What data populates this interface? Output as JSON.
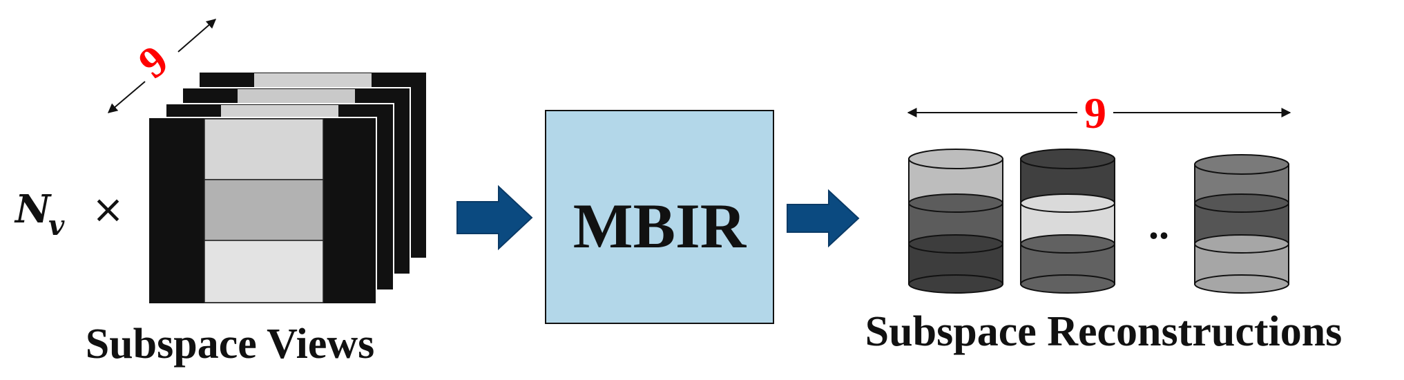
{
  "views": {
    "count_label": "9",
    "multiplier": {
      "symbol": "N",
      "subscript": "v",
      "times": "×"
    },
    "caption": "Subspace Views"
  },
  "process": {
    "label": "MBIR",
    "box_color": "#b3d7e9"
  },
  "reconstructions": {
    "count_label": "9",
    "ellipsis": "..",
    "caption": "Subspace Reconstructions",
    "cylinder_shades": [
      [
        "#bdbdbd",
        "#5c5c5c",
        "#3d3d3d"
      ],
      [
        "#404040",
        "#dadada",
        "#616161"
      ],
      [
        "#7a7a7a",
        "#555555",
        "#a6a6a6"
      ]
    ]
  },
  "colors": {
    "arrow_fill": "#0b4a80",
    "count_label": "#ff0000",
    "text": "#111111"
  }
}
